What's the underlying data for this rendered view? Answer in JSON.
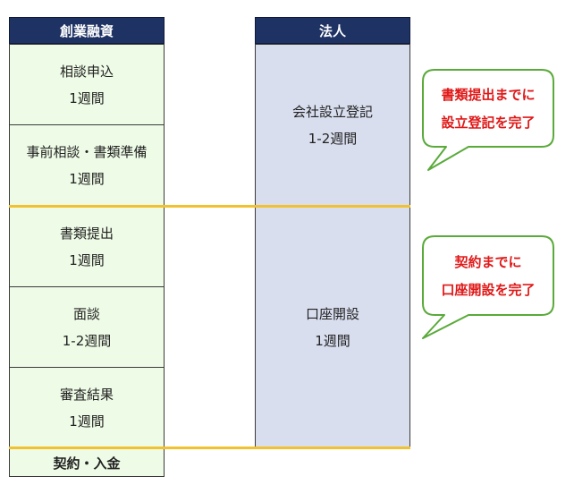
{
  "left_column": {
    "header": "創業融資",
    "steps": [
      {
        "name": "相談申込",
        "duration": "1週間"
      },
      {
        "name": "事前相談・書類準備",
        "duration": "1週間"
      },
      {
        "name": "書類提出",
        "duration": "1週間"
      },
      {
        "name": "面談",
        "duration": "1-2週間"
      },
      {
        "name": "審査結果",
        "duration": "1週間"
      }
    ],
    "footer": "契約・入金"
  },
  "right_column": {
    "header": "法人",
    "steps": [
      {
        "name": "会社設立登記",
        "duration": "1-2週間"
      },
      {
        "name": "口座開設",
        "duration": "1週間"
      }
    ]
  },
  "callouts": [
    {
      "line1": "書類提出までに",
      "line2": "設立登記を完了"
    },
    {
      "line1": "契約までに",
      "line2": "口座開設を完了"
    }
  ],
  "colors": {
    "header_bg": "#1f3264",
    "left_cells": "#eefbe6",
    "right_cells": "#d9deef",
    "separator": "#f2c12e",
    "callout_border": "#5aaa3a",
    "callout_text": "#e01818"
  }
}
